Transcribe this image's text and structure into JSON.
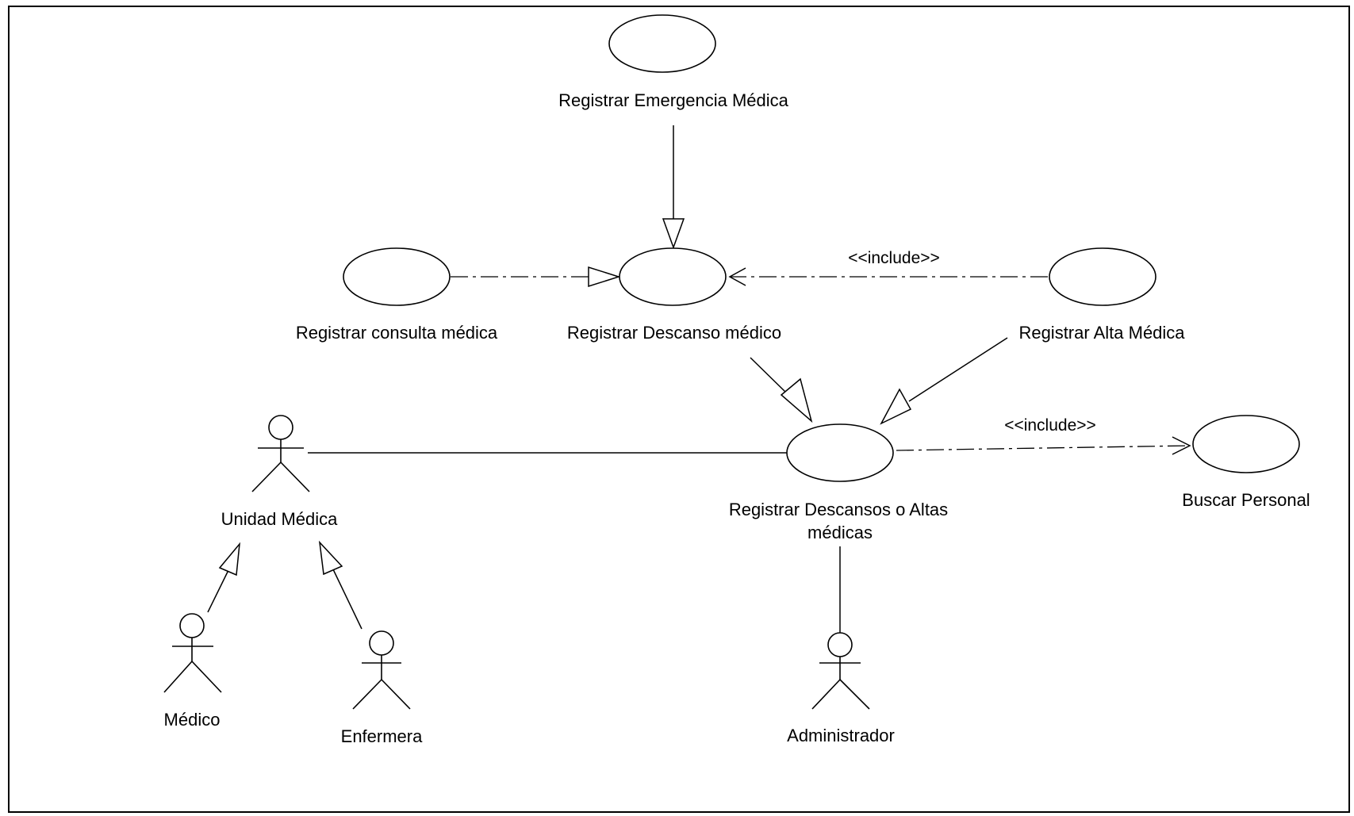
{
  "use_cases": {
    "emergencia": "Registrar Emergencia Médica",
    "consulta": "Registrar consulta médica",
    "descanso": "Registrar Descanso médico",
    "alta": "Registrar Alta Médica",
    "descansos_altas_line1": "Registrar Descansos o Altas",
    "descansos_altas_line2": "médicas",
    "buscar": "Buscar Personal"
  },
  "actors": {
    "unidad": "Unidad Médica",
    "medico": "Médico",
    "enfermera": "Enfermera",
    "administrador": "Administrador"
  },
  "stereotypes": {
    "include_top": "<<include>>",
    "include_right": "<<include>>"
  }
}
